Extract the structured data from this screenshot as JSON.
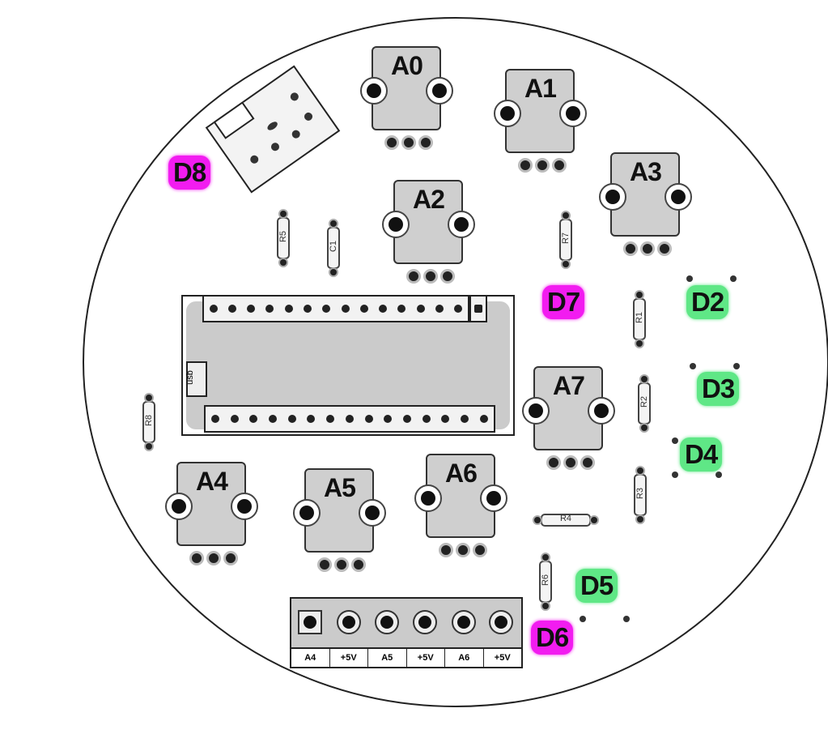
{
  "pots": [
    "A0",
    "A1",
    "A2",
    "A3",
    "A4",
    "A5",
    "A6",
    "A7"
  ],
  "resistors": {
    "r1": "R1",
    "r2": "R2",
    "r3": "R3",
    "r4": "R4",
    "r5": "R5",
    "r6": "R6",
    "r7": "R7",
    "r8": "R8",
    "c1": "C1"
  },
  "digital_labels": {
    "d2": "D2",
    "d3": "D3",
    "d4": "D4",
    "d5": "D5",
    "d6": "D6",
    "d7": "D7",
    "d8": "D8"
  },
  "mcu": {
    "usb_label": "usb"
  },
  "terminal": {
    "labels": [
      "A4",
      "+5V",
      "A5",
      "+5V",
      "A6",
      "+5V"
    ]
  },
  "colors": {
    "magenta": "#f21cf0",
    "green": "#5fe786",
    "component": "#cbcbcb"
  }
}
